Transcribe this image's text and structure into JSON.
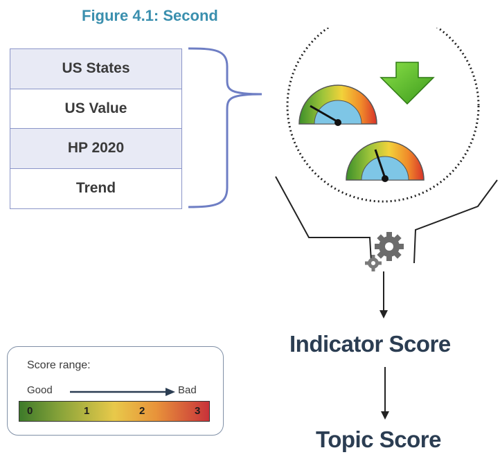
{
  "figure": {
    "title": "Figure 4.1: Second"
  },
  "table": {
    "rows": [
      "US States",
      "US Value",
      "HP 2020",
      "Trend"
    ]
  },
  "flow": {
    "indicator_score": "Indicator Score",
    "topic_score": "Topic Score"
  },
  "legend": {
    "title": "Score range:",
    "good_label": "Good",
    "bad_label": "Bad",
    "scale": [
      "0",
      "1",
      "2",
      "3"
    ]
  },
  "colors": {
    "title": "#3a8fae",
    "table_border": "#8a94c8",
    "table_shade": "#e8eaf5",
    "brace": "#6e7ec4",
    "arrow_green": "#5cc22e",
    "score_text": "#2b3d52"
  },
  "icons": [
    "curly-brace",
    "down-arrow-green",
    "gauge",
    "gauge",
    "gear-icon",
    "gear-icon",
    "down-arrow",
    "down-arrow",
    "right-arrow"
  ]
}
